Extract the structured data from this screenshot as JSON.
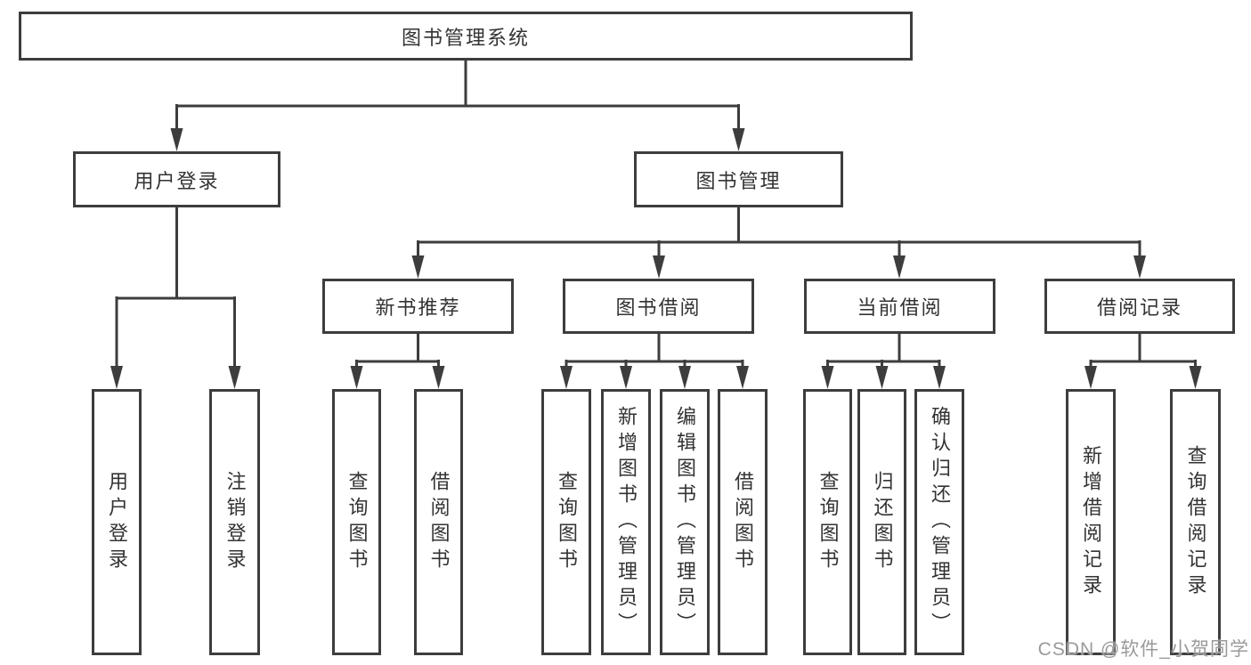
{
  "colors": {
    "line": "#3d3d3d",
    "text": "#333333",
    "box_bg": "#ffffff",
    "background": "#ffffff",
    "watermark": "#9a9a9a"
  },
  "tree": {
    "root": {
      "label": "图书管理系统",
      "children": {
        "user_login": {
          "label": "用户登录",
          "children": {
            "login": {
              "label": "用户登录"
            },
            "logout": {
              "label": "注销登录"
            }
          }
        },
        "book_management": {
          "label": "图书管理",
          "children": {
            "new_book_recommend": {
              "label": "新书推荐",
              "children": {
                "query_books": {
                  "label": "查询图书"
                },
                "borrow_books": {
                  "label": "借阅图书"
                }
              }
            },
            "book_borrowing": {
              "label": "图书借阅",
              "children": {
                "query_books": {
                  "label": "查询图书"
                },
                "add_books": {
                  "label": "新增图书（管理员）"
                },
                "edit_books": {
                  "label": "编辑图书（管理员）"
                },
                "borrow_books": {
                  "label": "借阅图书"
                }
              }
            },
            "current_borrowing": {
              "label": "当前借阅",
              "children": {
                "query_books": {
                  "label": "查询图书"
                },
                "return_books": {
                  "label": "归还图书"
                },
                "confirm_return": {
                  "label": "确认归还（管理员）"
                }
              }
            },
            "borrow_records": {
              "label": "借阅记录",
              "children": {
                "add_record": {
                  "label": "新增借阅记录"
                },
                "query_record": {
                  "label": "查询借阅记录"
                }
              }
            }
          }
        }
      }
    }
  },
  "watermark": {
    "text": "CSDN @软件_小贺同学"
  }
}
